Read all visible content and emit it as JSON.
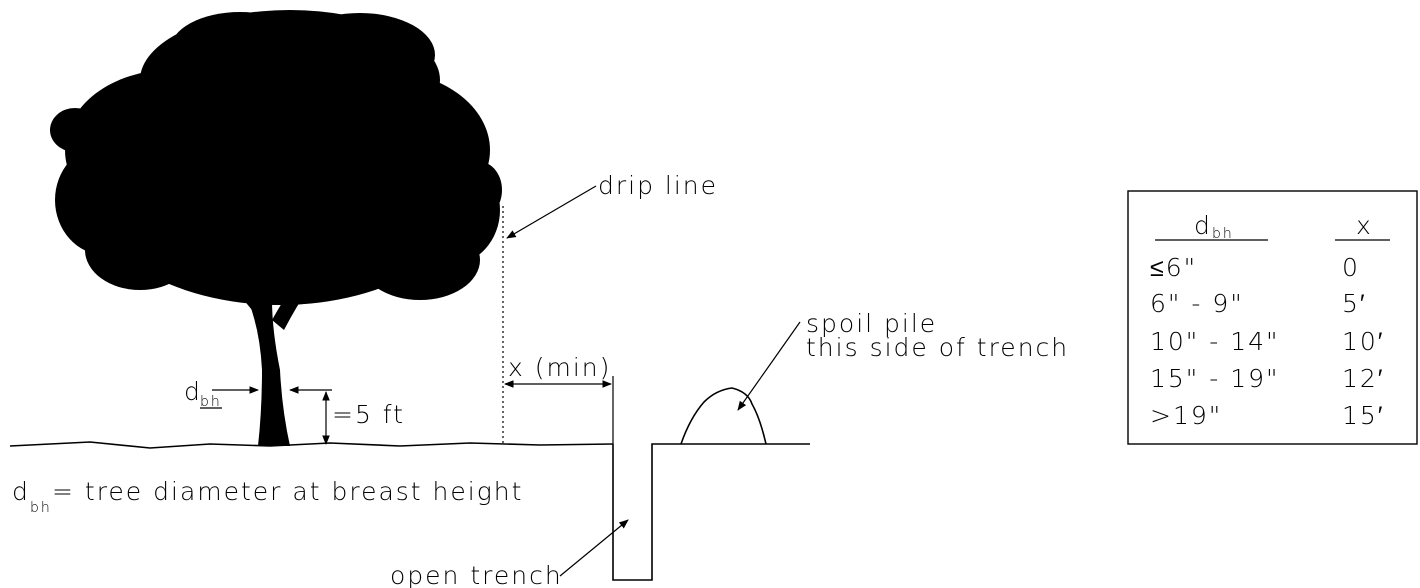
{
  "labels": {
    "drip_line": "drip line",
    "x_min": "x (min)",
    "dbh_d": "d",
    "dbh_sub": "bh",
    "five_ft": "=5 ft",
    "spoil_line1": "spoil pile",
    "spoil_line2": "this side of trench",
    "open_trench": "open trench",
    "definition_d": "d",
    "definition_sub": "bh",
    "definition_text": "= tree diameter at breast height"
  },
  "table": {
    "header_d": "d",
    "header_sub": "bh",
    "header_x": "x",
    "rows": [
      {
        "dbh": "≤6\"",
        "x": "0"
      },
      {
        "dbh": "6\" - 9\"",
        "x": "5′"
      },
      {
        "dbh": "10\" - 14\"",
        "x": "10′"
      },
      {
        "dbh": "15\" - 19\"",
        "x": "12′"
      },
      {
        "dbh": ">19\"",
        "x": "15′"
      }
    ]
  },
  "colors": {
    "ink": "#000000",
    "background": "#ffffff"
  }
}
